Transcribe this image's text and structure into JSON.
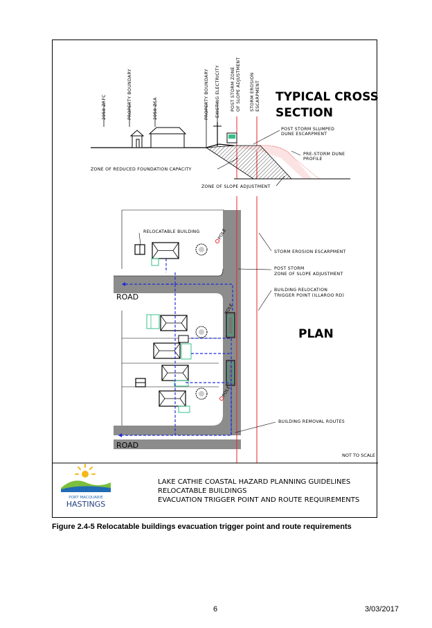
{
  "cross_section": {
    "title_line1": "TYPICAL CROSS",
    "title_line2": "SECTION",
    "vertical_labels": [
      "2050 ZRFC",
      "PROPERTY BOUNDARY",
      "2050 ZSA",
      "PROPERTY BOUNDARY",
      "EXISTING ELECTRICITY",
      "POST STORM ZONE",
      "OF SLOPE ADJUSTMENT",
      "STORM EROSION",
      "ESCARPMENT"
    ],
    "post_storm_slumped_1": "POST STORM SLUMPED",
    "post_storm_slumped_2": "DUNE ESCARPMENT",
    "pre_storm_1": "PRE-STORM DUNE",
    "pre_storm_2": "PROFILE",
    "reduced_capacity": "ZONE OF REDUCED FOUNDATION CAPACITY",
    "slope_adjustment": "ZONE OF SLOPE ADJUSTMENT"
  },
  "plan": {
    "title": "PLAN",
    "relocatable_building": "RELOCATABLE BUILDING",
    "storm_erosion_escarpment": "STORM EROSION ESCARPMENT",
    "post_storm_1": "POST STORM",
    "post_storm_2": "ZONE OF SLOPE ADJUSTMENT",
    "relocation_1": "BUILDING RELOCATION",
    "relocation_2": "TRIGGER POINT (ILLAROO RD)",
    "removal_routes": "BUILDING REMOVAL ROUTES",
    "road_upper": "ROAD",
    "road_lower": "ROAD",
    "pole": "POLE",
    "not_to_scale": "NOT TO SCALE"
  },
  "title_block": {
    "logo_text_1": "PORT MACQUARIE",
    "logo_text_2": "HASTINGS",
    "line1": "LAKE CATHIE COASTAL HAZARD PLANNING GUIDELINES",
    "line2": "RELOCATABLE BUILDINGS",
    "line3": "EVACUATION TRIGGER POINT AND ROUTE REQUIREMENTS"
  },
  "caption": "Figure 2.4-5 Relocatable buildings evacuation trigger point and route requirements",
  "footer": {
    "page_number": "6",
    "date": "3/03/2017"
  },
  "colors": {
    "road": "#8c8c8c",
    "route": "#1e2bd6",
    "boundary": "#e8222a",
    "building_outline": "#35c08a"
  }
}
